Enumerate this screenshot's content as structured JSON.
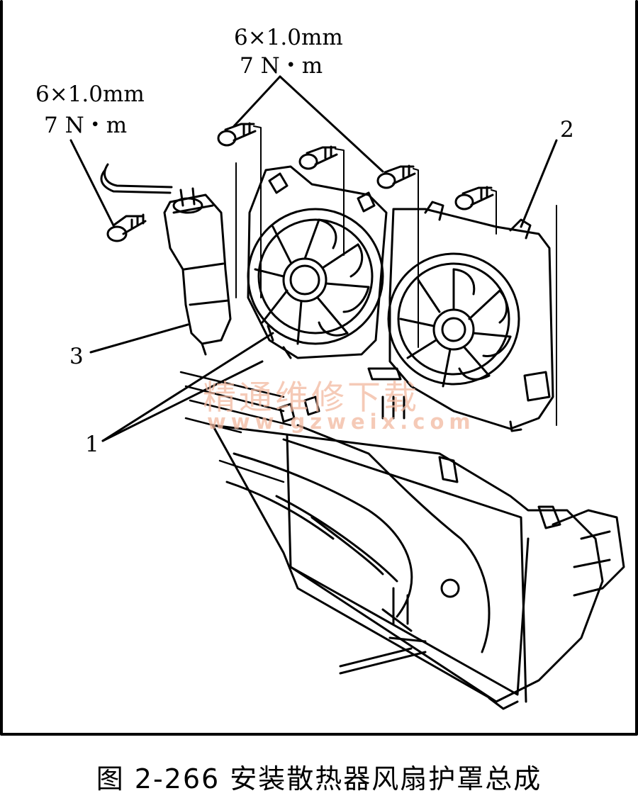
{
  "callouts": {
    "bolt_left_size": "6×1.0mm",
    "bolt_left_torque": "7 N・m",
    "bolt_top_size": "6×1.0mm",
    "bolt_top_torque": "7 N・m",
    "part_1": "1",
    "part_2": "2",
    "part_3": "3"
  },
  "watermark": {
    "line1": "精通维修下载",
    "line2": "www.gzweix.com"
  },
  "caption": "图 2-266   安装散热器风扇护罩总成",
  "colors": {
    "ink": "#000000",
    "watermark": "#f2b9a0",
    "background": "#ffffff"
  }
}
